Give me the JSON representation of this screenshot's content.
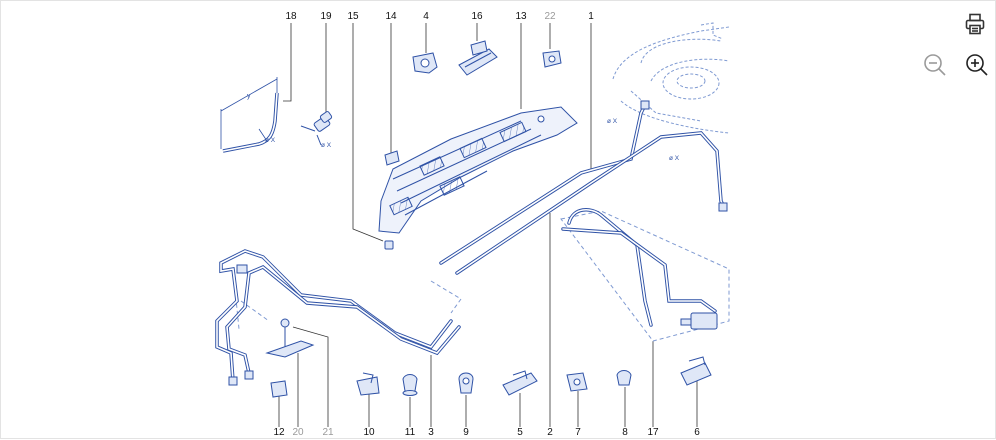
{
  "callouts_top": [
    "18",
    "19",
    "15",
    "14",
    "4",
    "16",
    "13",
    "22",
    "1"
  ],
  "callouts_bottom": [
    "12",
    "20",
    "21",
    "10",
    "11",
    "3",
    "9",
    "5",
    "2",
    "7",
    "8",
    "17",
    "6"
  ],
  "muted_callouts": [
    "22",
    "20",
    "21"
  ],
  "dimension_labels": {
    "y": "y",
    "dia_x": "ø X"
  },
  "toolbar": {
    "print_icon": "printer-icon",
    "zoom_out_icon": "zoom-out-icon",
    "zoom_in_icon": "zoom-in-icon"
  },
  "colors": {
    "line": "#2f52a6",
    "light_line": "#7f9ad2",
    "fill": "#dfe7f7",
    "icon": "#333333"
  }
}
